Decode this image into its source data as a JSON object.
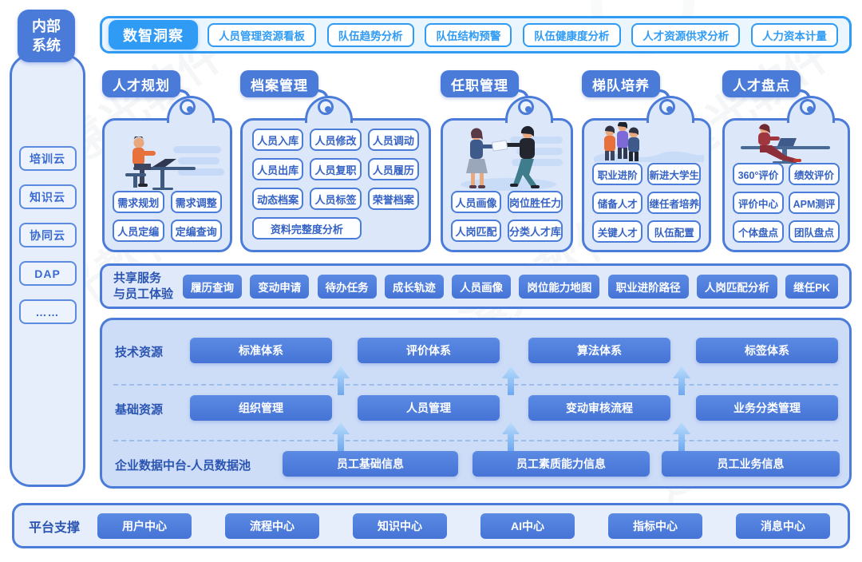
{
  "colors": {
    "bright_blue": "#2f9bf4",
    "primary_blue": "#4b7bd8",
    "border_blue": "#4c7cd9",
    "solid_button_blue": "#4d7edb",
    "label_blue": "#2b55b2",
    "card_bg": "#dce8fa"
  },
  "watermark": {
    "text": "遠光軟件"
  },
  "sidebar": {
    "title": "内部系统",
    "items": [
      "培训云",
      "知识云",
      "协同云",
      "DAP",
      "……"
    ]
  },
  "insight": {
    "title": "数智洞察",
    "items": [
      "人员管理资源看板",
      "队伍趋势分析",
      "队伍结构预警",
      "队伍健康度分析",
      "人才资源供求分析",
      "人力资本计量"
    ]
  },
  "cards": [
    {
      "title": "人才规划",
      "illustration": "person-at-desk",
      "buttons": [
        "需求规划",
        "需求调整",
        "人员定编",
        "定编查询"
      ]
    },
    {
      "title": "档案管理",
      "illustration": "",
      "buttons": [
        "人员入库",
        "人员修改",
        "人员调动",
        "人员出库",
        "人员复职",
        "人员履历",
        "动态档案",
        "人员标签",
        "荣誉档案",
        "资料完整度分析"
      ]
    },
    {
      "title": "任职管理",
      "illustration": "two-people-handshake",
      "buttons": [
        "人员画像",
        "岗位胜任力",
        "人岗匹配",
        "分类人才库"
      ]
    },
    {
      "title": "梯队培养",
      "illustration": "team-group",
      "buttons": [
        "职业进阶",
        "新进大学生",
        "储备人才",
        "继任者培养",
        "关键人才",
        "队伍配置"
      ]
    },
    {
      "title": "人才盘点",
      "illustration": "woman-at-table",
      "buttons": [
        "360°评价",
        "绩效评价",
        "评价中心",
        "APM测评",
        "个体盘点",
        "团队盘点"
      ]
    }
  ],
  "shared": {
    "label1": "共享服务",
    "label2": "与员工体验",
    "items": [
      "履历查询",
      "变动申请",
      "待办任务",
      "成长轨迹",
      "人员画像",
      "岗位能力地图",
      "职业进阶路径",
      "人岗匹配分析",
      "继任PK"
    ]
  },
  "stack": {
    "rows": [
      {
        "label": "技术资源",
        "items": [
          "标准体系",
          "评价体系",
          "算法体系",
          "标签体系"
        ]
      },
      {
        "label": "基础资源",
        "items": [
          "组织管理",
          "人员管理",
          "变动审核流程",
          "业务分类管理"
        ]
      },
      {
        "label": "企业数据中台-人员数据池",
        "items": [
          "员工基础信息",
          "员工素质能力信息",
          "员工业务信息"
        ]
      }
    ]
  },
  "platform": {
    "label": "平台支撑",
    "items": [
      "用户中心",
      "流程中心",
      "知识中心",
      "AI中心",
      "指标中心",
      "消息中心"
    ]
  }
}
